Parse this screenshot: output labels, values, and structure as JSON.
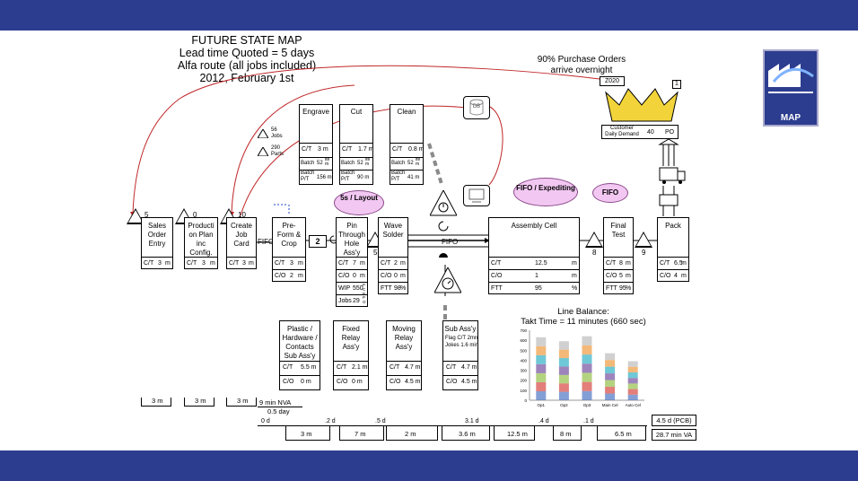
{
  "title": {
    "line1": "FUTURE STATE MAP",
    "line2": "Lead time Quoted = 5 days",
    "line3": "Alfa route (all jobs included)",
    "line4": "2012, February 1st"
  },
  "purchase_orders": {
    "line1": "90% Purchase Orders",
    "line2": "arrive overnight",
    "code": "Z020",
    "count": "1"
  },
  "customer": {
    "label1": "Customer",
    "label2": "Daily Demand",
    "value": "40",
    "unit": "PO"
  },
  "logo": {
    "text": "MAP"
  },
  "jobs_parts": {
    "jobs": "56",
    "jobs_label": "Jobs",
    "parts": "290",
    "parts_label": "Parts"
  },
  "clouds": {
    "layout": "5s / Layout",
    "fifo_exp": "FIFO / Expediting",
    "fifo": "FIFO"
  },
  "db": {
    "label": "DB"
  },
  "flow": {
    "fifo1": "FIFO",
    "fifo2": "FIFO",
    "push_count": "2"
  },
  "inventory": {
    "sales": "5",
    "prod": "0",
    "job": "10",
    "pin": "5",
    "assembly": "8",
    "final": "9"
  },
  "upper_processes": [
    {
      "name": "Engrave",
      "ct": "3",
      "ct_u": "m",
      "batch": "52",
      "batch_u": "ite m",
      "bpt": "156",
      "bpt_u": "m"
    },
    {
      "name": "Cut",
      "ct": "1.7",
      "ct_u": "m",
      "batch": "52",
      "batch_u": "ite m",
      "bpt": "90",
      "bpt_u": "m"
    },
    {
      "name": "Clean",
      "ct": "0.8",
      "ct_u": "m",
      "batch": "52",
      "batch_u": "ite m",
      "bpt": "41",
      "bpt_u": "m"
    }
  ],
  "labels": {
    "ct": "C/T",
    "co": "C/O",
    "batch": "Batch",
    "bpt1": "Batch",
    "bpt2": "P/T",
    "wip": "WIP",
    "jobs": "Jobs",
    "ftt": "FTT"
  },
  "main": {
    "sales": {
      "name": "Sales Order Entry",
      "ct": "3",
      "u": "m"
    },
    "prod": {
      "name": "Producti on Plan inc Config.",
      "ct": "3",
      "u": "m"
    },
    "job": {
      "name": "Create Job Card",
      "ct": "3",
      "u": "m"
    },
    "preform": {
      "name": "Pre- Form & Crop",
      "ct": "3",
      "co": "2",
      "u": "m"
    },
    "pin": {
      "name": "Pin Through Hole Ass'y",
      "ct": "7",
      "co": "0",
      "wip": "550",
      "jobs": "29",
      "u": "m",
      "wip_u": "P C B",
      "jobs_u": "P O"
    },
    "wave": {
      "name": "Wave Solder",
      "ct": "2",
      "co": "0",
      "ftt": "98",
      "u": "m",
      "pct": "%"
    },
    "assembly": {
      "name": "Assembly Cell",
      "ct": "12.5",
      "co": "1",
      "ftt": "95",
      "u": "m",
      "pct": "%"
    },
    "final": {
      "name": "Final Test",
      "ct": "8",
      "co": "5",
      "ftt": "95",
      "u": "m",
      "pct": "%"
    },
    "pack": {
      "name": "Pack",
      "ct": "6.5",
      "co": "4",
      "u": "m"
    }
  },
  "sub": [
    {
      "name": "Plastic / Hardware / Contacts Sub Ass'y",
      "ct": "5.5",
      "co": "0",
      "u": "m"
    },
    {
      "name": "Fixed Relay Ass'y",
      "ct": "2.1",
      "co": "0",
      "u": "m"
    },
    {
      "name": "Moving Relay Ass'y",
      "ct": "4.7",
      "co": "4.5",
      "u": "m"
    },
    {
      "name": "Sub Ass'y",
      "extra1": "Flag C/T 2mn",
      "extra2": "Jokes 1.6 min",
      "ct": "4.7",
      "co": "4.5",
      "u": "m"
    }
  ],
  "line_balance": {
    "title1": "Line Balance:",
    "title2": "Takt Time = 11 minutes (660 sec)"
  },
  "chart_data": {
    "type": "bar",
    "stacked": true,
    "categories": [
      "Op1",
      "Op2",
      "Op3",
      "Main Cel",
      "Auto Cel"
    ],
    "values": [
      630,
      590,
      640,
      470,
      390
    ],
    "ylim": [
      0,
      700
    ],
    "yticks": [
      "0",
      "100",
      "200",
      "300",
      "400",
      "500",
      "600",
      "700"
    ],
    "segment_colors": [
      "#5b7fc7",
      "#d9534f",
      "#9bc455",
      "#7d5ba6",
      "#3fb5c8",
      "#f0a04b",
      "#c0c0c0"
    ]
  },
  "timeline": {
    "top": [
      "3 m",
      "3 m",
      "3 m"
    ],
    "nva": "9 min NVA",
    "day": "0.5 day",
    "days": [
      "0 d",
      ".2 d",
      ".5 d",
      "3.1 d",
      ".4 d",
      ".1 d"
    ],
    "bottom": [
      "3 m",
      "7 m",
      "2 m",
      "3.6 m",
      "12.5 m",
      "8 m",
      "6.5 m"
    ],
    "total_pcb": "4.5 d (PCB)",
    "total_va": "28.7 min VA"
  },
  "colors": {
    "band": "#2c3d8f",
    "cloud": "#f2c8f2",
    "crown": "#f2d43a",
    "push": "#8a8a8a",
    "kanban": "#c0282a"
  }
}
